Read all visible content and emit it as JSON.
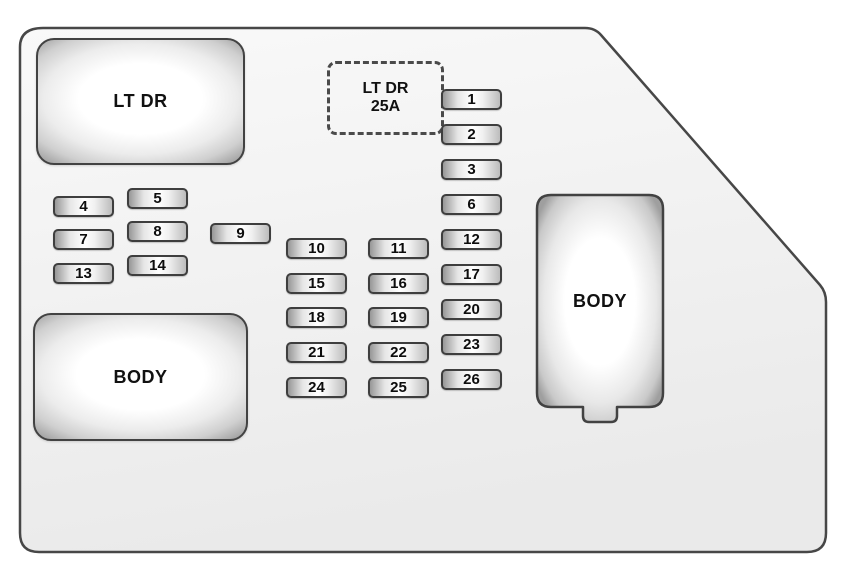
{
  "blocks": {
    "lt_dr": {
      "label": "LT DR"
    },
    "body_left": {
      "label": "BODY"
    },
    "body_right": {
      "label": "BODY"
    }
  },
  "dashed_fuse": {
    "line1": "LT DR",
    "line2": "25A"
  },
  "fuse_groups": {
    "left_cluster": [
      "4",
      "5",
      "7",
      "8",
      "9",
      "13",
      "14"
    ],
    "center_grid": [
      "10",
      "11",
      "15",
      "16",
      "18",
      "19",
      "21",
      "22",
      "24",
      "25"
    ],
    "right_column": [
      "1",
      "2",
      "3",
      "6",
      "12",
      "17",
      "20",
      "23",
      "26"
    ]
  },
  "colors": {
    "outline": "#474747",
    "panel_fill_light": "#f9f9f9",
    "panel_fill_dark": "#eaeaea"
  }
}
